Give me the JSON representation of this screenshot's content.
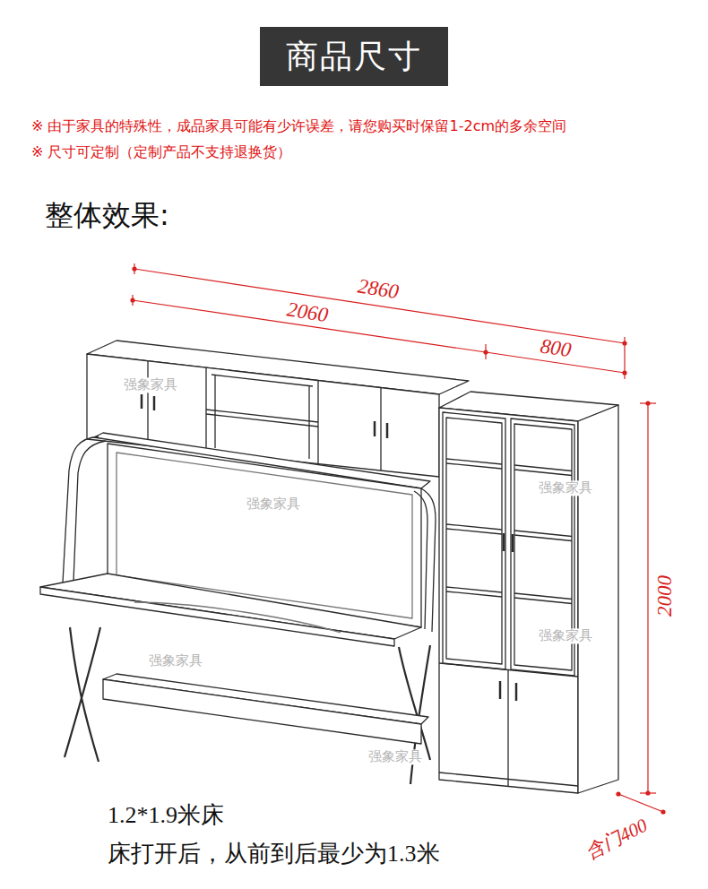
{
  "diagram": {
    "title": "商品尺寸",
    "labels": [
      "※ 由于家具的特殊性，成品家具可能有少许误差，请您购买时保留1-2cm的多余空间",
      "※ 尺寸可定制（定制产品不支持退换货）",
      "整体效果:",
      "2860",
      "2060",
      "800",
      "2000",
      "含门400",
      "强象家具",
      "强象家具",
      "强象家具",
      "强象家具",
      "强象家具",
      "强象家具",
      "1.2*1.9米床",
      "床打开后，从前到后最少为1.3米"
    ]
  }
}
